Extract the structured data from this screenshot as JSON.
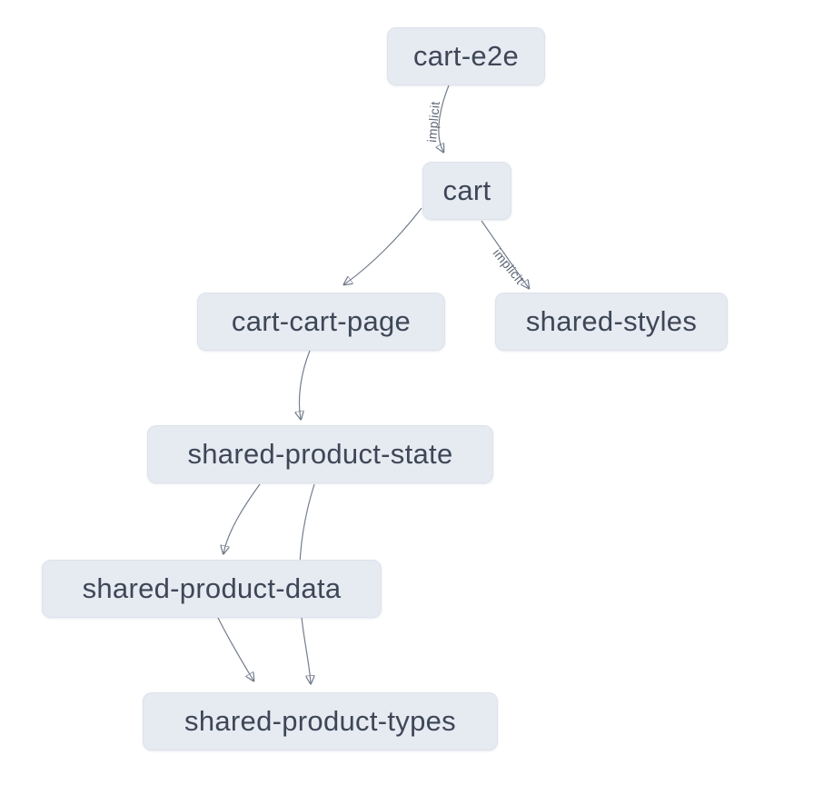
{
  "diagram": {
    "type": "dependency-graph",
    "background": "#ffffff",
    "node_fill": "#e6eaf1",
    "node_text_color": "#3d4757",
    "edge_color": "#737d8c",
    "edge_label_color": "#5d6574",
    "nodes": [
      {
        "id": "cart-e2e",
        "label": "cart-e2e"
      },
      {
        "id": "cart",
        "label": "cart"
      },
      {
        "id": "cart-cart-page",
        "label": "cart-cart-page"
      },
      {
        "id": "shared-styles",
        "label": "shared-styles"
      },
      {
        "id": "shared-product-state",
        "label": "shared-product-state"
      },
      {
        "id": "shared-product-data",
        "label": "shared-product-data"
      },
      {
        "id": "shared-product-types",
        "label": "shared-product-types"
      }
    ],
    "edges": [
      {
        "from": "cart-e2e",
        "to": "cart",
        "label": "implicit"
      },
      {
        "from": "cart",
        "to": "cart-cart-page",
        "label": ""
      },
      {
        "from": "cart",
        "to": "shared-styles",
        "label": "implicit"
      },
      {
        "from": "cart-cart-page",
        "to": "shared-product-state",
        "label": ""
      },
      {
        "from": "shared-product-state",
        "to": "shared-product-data",
        "label": ""
      },
      {
        "from": "shared-product-state",
        "to": "shared-product-types",
        "label": ""
      },
      {
        "from": "shared-product-data",
        "to": "shared-product-types",
        "label": ""
      }
    ]
  }
}
